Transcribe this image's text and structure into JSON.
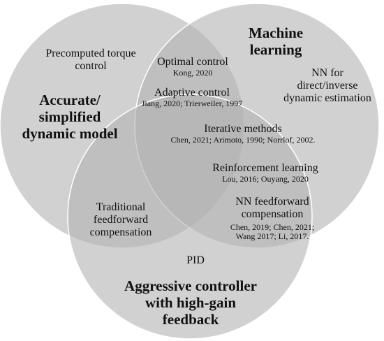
{
  "diagram": {
    "circle_fill": "#b3b3b3",
    "circle_stroke": "#ffffff",
    "circle_opacity": 0.6,
    "sets": [
      {
        "key": "model",
        "lines": [
          "Accurate/",
          "simplified",
          "dynamic model"
        ]
      },
      {
        "key": "ml",
        "lines": [
          "Machine",
          "learning"
        ]
      },
      {
        "key": "aggressive",
        "lines": [
          "Aggressive controller",
          "with high-gain",
          "feedback"
        ]
      }
    ],
    "regions": {
      "precomputed": {
        "lines": [
          "Precomputed torque",
          "control"
        ]
      },
      "optimal": {
        "title": "Optimal control",
        "citations": [
          "Kong, 2020"
        ]
      },
      "adaptive": {
        "title": "Adaptive control",
        "citations": [
          "Jiang, 2020; Trierweiler, 1997"
        ]
      },
      "nn_direct": {
        "lines": [
          "NN for",
          "direct/inverse",
          "dynamic estimation"
        ]
      },
      "iterative": {
        "title": "Iterative methods",
        "citations": [
          "Chen, 2021; Arimoto, 1990; Norrlof, 2002."
        ]
      },
      "reinforcement": {
        "title": "Reinforcement learning",
        "citations": [
          "Lou, 2016; Ouyang, 2020"
        ]
      },
      "traditional_ff": {
        "lines": [
          "Traditional",
          "feedforward",
          "compensation"
        ]
      },
      "nn_ff": {
        "title": [
          "NN feedforward",
          "compensation"
        ],
        "citations": [
          "Chen, 2019; Chen, 2021;",
          "Wang 2017; Li, 2017."
        ]
      },
      "pid": {
        "title": "PID"
      }
    }
  }
}
